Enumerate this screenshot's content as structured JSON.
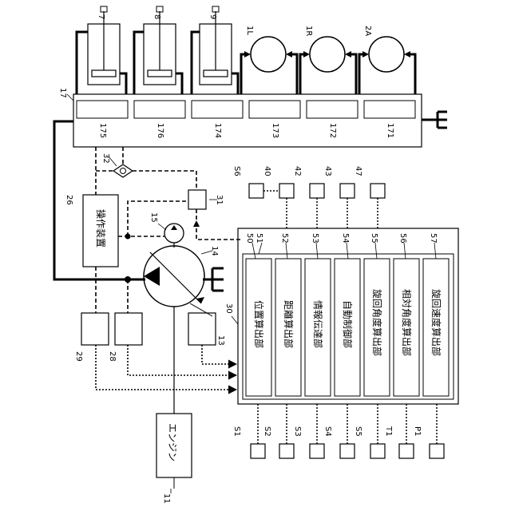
{
  "labels": {
    "cyl_7": "7",
    "cyl_8": "8",
    "cyl_9": "9",
    "motor_1L": "1L",
    "motor_1R": "1R",
    "motor_2A": "2A",
    "valve_block": "17",
    "valve_175": "175",
    "valve_176": "176",
    "valve_174": "174",
    "valve_173": "173",
    "valve_172": "172",
    "valve_171": "171",
    "shuttle": "32",
    "prop_valve": "31",
    "pilot_pump": "15",
    "main_pump": "14",
    "controller": "30",
    "engine": "11",
    "operating_device": "26",
    "sensor_29": "29",
    "sensor_28": "28",
    "sensor_13": "13",
    "s6": "S6",
    "c40": "40",
    "c42": "42",
    "c43": "43",
    "c47": "47",
    "c50": "50",
    "c51": "51",
    "c52": "52",
    "c53": "53",
    "c54": "54",
    "c55": "55",
    "c56": "56",
    "c57": "57",
    "S1": "S1",
    "S2": "S2",
    "S3": "S3",
    "S4": "S4",
    "S5": "S5",
    "T1": "T1",
    "P1": "P1"
  },
  "text": {
    "operating_device": "操作装置",
    "engine": "エンジン",
    "unit_51": "位置算出部",
    "unit_52": "距離算出部",
    "unit_53": "情報伝達部",
    "unit_54": "自動制御部",
    "unit_55": "旋回角度算出部",
    "unit_56": "相対角度算出部",
    "unit_57": "旋回速度算出部"
  }
}
